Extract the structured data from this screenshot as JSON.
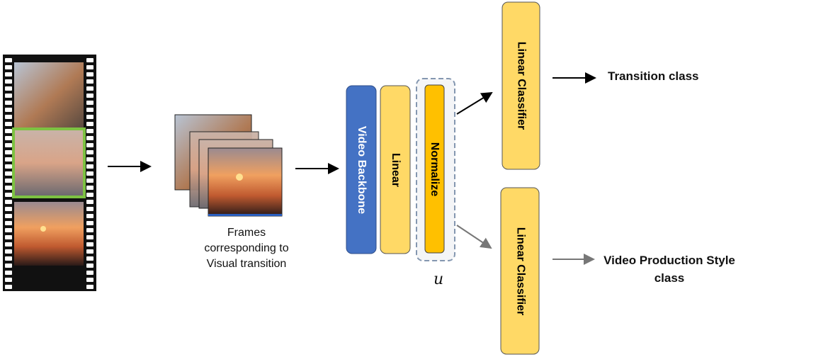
{
  "input": {
    "caption": [
      "Frames",
      "corresponding to",
      "Visual transition"
    ]
  },
  "blocks": {
    "backbone": "Video Backbone",
    "linear": "Linear",
    "normalize": "Normalize",
    "group_symbol": "u"
  },
  "heads": [
    {
      "label": "Linear Classifier",
      "output": "Transition class"
    },
    {
      "label": "Linear Classifier",
      "output_lines": [
        "Video Production Style",
        "class"
      ]
    }
  ],
  "colors": {
    "backbone": "#4472C4",
    "linear": "#FFD966",
    "normalize": "#FFC000",
    "classifier": "#FFD966",
    "highlight_frame": "#7DC242",
    "dashed_group": "#8497B0"
  }
}
